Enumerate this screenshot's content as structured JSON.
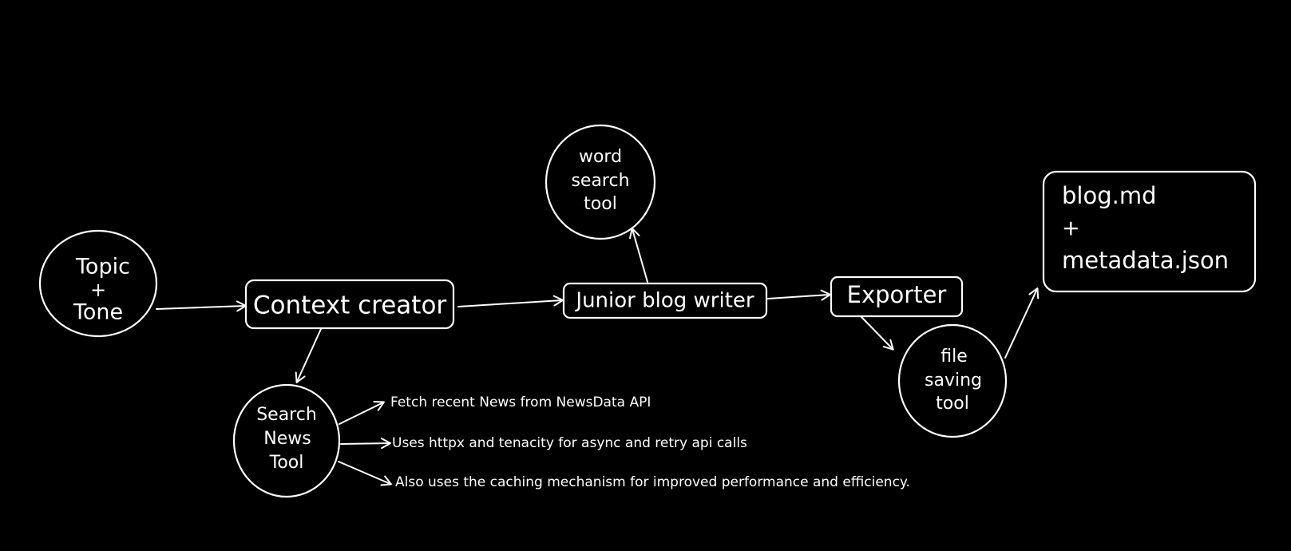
{
  "colors": {
    "background": "#000000",
    "stroke": "#ffffff",
    "text": "#ffffff"
  },
  "nodes": {
    "topic_tone": {
      "line1": "Topic",
      "line2": "+",
      "line3": "Tone"
    },
    "context_creator": {
      "label": "Context creator"
    },
    "junior_blog_writer": {
      "label": "Junior blog writer"
    },
    "exporter": {
      "label": "Exporter"
    },
    "word_search_tool": {
      "line1": "word",
      "line2": "search",
      "line3": "tool"
    },
    "search_news_tool": {
      "line1": "Search",
      "line2": "News",
      "line3": "Tool"
    },
    "file_saving_tool": {
      "line1": "file",
      "line2": "saving",
      "line3": "tool"
    },
    "output": {
      "line1": "blog.md",
      "line2": "+",
      "line3": "metadata.json"
    }
  },
  "notes": [
    "Fetch recent News from NewsData API",
    "Uses httpx and tenacity for async and retry api calls",
    "Also uses the caching mechanism for improved performance and efficiency."
  ]
}
